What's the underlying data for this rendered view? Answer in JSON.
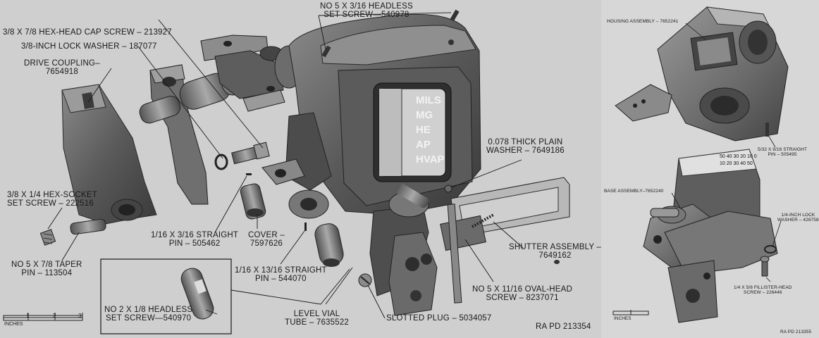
{
  "left_panel": {
    "labels": {
      "headless_5_3_16": [
        "NO 5 X 3/16 HEADLESS",
        "SET SCREW—540978"
      ],
      "hex_cap_screw": "3/8 x 7/8 HEX-HEAD CAP SCREW – 213927",
      "lock_washer": "3/8-INCH LOCK WASHER – 187077",
      "drive_coupling": [
        "DRIVE COUPLING–",
        "7654918"
      ],
      "hex_socket": [
        "3/8 x 1/4 HEX-SOCKET",
        "SET SCREW – 222516"
      ],
      "taper_pin": [
        "NO 5 x 7/8 TAPER",
        "PIN – 113504"
      ],
      "pin_1_16_3_16": [
        "1/16 x 3/16 STRAIGHT",
        "PIN – 505462"
      ],
      "cover": [
        "COVER –",
        "7597626"
      ],
      "pin_1_16_13_16": [
        "1/16 x 13/16 STRAIGHT",
        "PIN – 544070"
      ],
      "plain_washer": [
        "0.078 THICK PLAIN",
        "WASHER – 7649186"
      ],
      "shutter": [
        "SHUTTER ASSEMBLY –",
        "7649162"
      ],
      "oval_head": [
        "NO 5 x 11/16 OVAL-HEAD",
        "SCREW – 8237071"
      ],
      "headless_2_1_8": [
        "NO 2 X 1/8 HEADLESS",
        "SET SCREW—540970"
      ],
      "level_vial": [
        "LEVEL VIAL",
        "TUBE – 7635522"
      ],
      "slotted_plug": "SLOTTED PLUG – 5034057",
      "ref": "RA PD 213354"
    },
    "dial_words": [
      "MILS",
      "MG",
      "HE",
      "AP",
      "HVAP"
    ],
    "scale": {
      "ticks": [
        "1",
        "2",
        "3"
      ],
      "unit": "INCHES"
    }
  },
  "right_panel": {
    "labels": {
      "housing": "HOUSING ASSEMBLY – 7652241",
      "straight_pin": [
        "5/32 x 9/16 STRAIGHT",
        "PIN – 505495"
      ],
      "base": "BASE ASSEMBLY–7652240",
      "lock_washer": [
        "1/4-INCH LOCK",
        "WASHER – 426758"
      ],
      "fillister": [
        "1/4 x 5/8 FILLISTER-HEAD",
        "SCREW – 226446"
      ],
      "ref": "RA PD 213355"
    },
    "dial_numbers": [
      "50",
      "40",
      "30",
      "20",
      "10",
      "0",
      "10",
      "20",
      "30",
      "40",
      "50"
    ],
    "scale": {
      "unit": "INCHES"
    }
  }
}
